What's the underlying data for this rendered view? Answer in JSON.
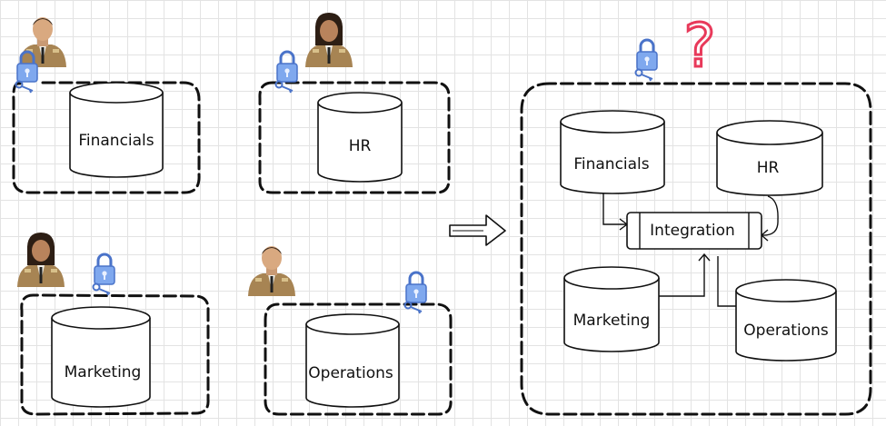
{
  "databases": {
    "financials": "Financials",
    "hr": "HR",
    "marketing": "Marketing",
    "operations": "Operations"
  },
  "integration": {
    "financials": "Financials",
    "hr": "HR",
    "marketing": "Marketing",
    "operations": "Operations",
    "hub": "Integration"
  },
  "symbols": {
    "question_mark": "?",
    "question_color": "#e8395a",
    "lock_color": "#5b8fe0"
  },
  "icons": [
    "person-icon",
    "lock-icon",
    "arrow-right-icon",
    "question-mark-icon",
    "database-icon"
  ]
}
